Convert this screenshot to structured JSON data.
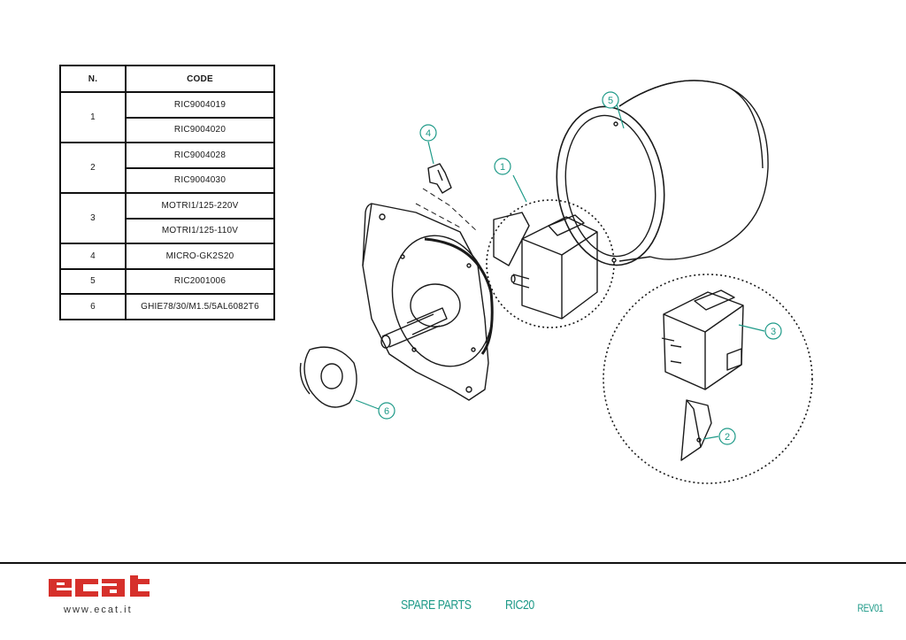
{
  "table": {
    "header_num": "N.",
    "header_code": "CODE",
    "groups": [
      {
        "num": "1",
        "codes": [
          "RIC9004019",
          "RIC9004020"
        ]
      },
      {
        "num": "2",
        "codes": [
          "RIC9004028",
          "RIC9004030"
        ]
      },
      {
        "num": "3",
        "codes": [
          "MOTRI1/125-220V",
          "MOTRI1/125-110V"
        ]
      },
      {
        "num": "4",
        "codes": [
          "MICRO-GK2S20"
        ]
      },
      {
        "num": "5",
        "codes": [
          "RIC2001006"
        ]
      },
      {
        "num": "6",
        "codes": [
          "GHIE78/30/M1.5/5AL6082T6"
        ]
      }
    ]
  },
  "callouts": [
    "1",
    "2",
    "3",
    "4",
    "5",
    "6"
  ],
  "footer": {
    "logo_text": "ecat",
    "website": "www.ecat.it",
    "section": "SPARE PARTS",
    "model": "RIC20",
    "revision": "REV01"
  },
  "colors": {
    "accent": "#1e9a88",
    "logo": "#d6302b",
    "line": "#111111"
  }
}
